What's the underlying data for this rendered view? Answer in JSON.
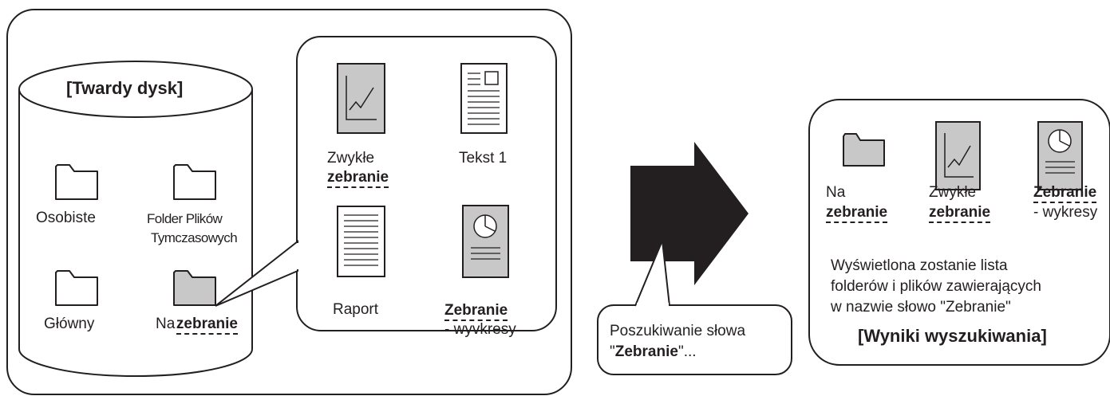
{
  "hard_disk": {
    "title": "[Twardy dysk]",
    "folders": {
      "personal": "Osobiste",
      "temp_line1": "Folder Plików",
      "temp_line2": "Tymczasowych",
      "main": "Główny",
      "meeting_prefix": "Na",
      "meeting_keyword": "zebranie"
    }
  },
  "folder_contents": {
    "file_1_line1": "Zwykłe",
    "file_1_keyword": "zebranie",
    "file_2": "Tekst 1",
    "file_3": "Raport",
    "file_4_keyword": "Zebranie",
    "file_4_suffix": "- wyvkresy"
  },
  "search_bubble": {
    "line1": "Poszukiwanie słowa",
    "quote_open": "\"",
    "keyword": "Zebranie",
    "quote_close": "\"..."
  },
  "results": {
    "item_1_line1": "Na",
    "item_1_keyword": "zebranie",
    "item_2_line1": "Zwykłe",
    "item_2_keyword": "zebranie",
    "item_3_keyword": "Zebranie",
    "item_3_suffix": "- wykresy",
    "description_line1": "Wyświetlona zostanie lista",
    "description_line2": "folderów i plików zawierających",
    "description_line3": "w nazwie słowo \"Zebranie\"",
    "title": "[Wyniki wyszukiwania]"
  },
  "colors": {
    "stroke": "#231f20",
    "icon_fill": "#c8c8c8",
    "background": "#ffffff"
  },
  "icons": [
    "folder-icon",
    "graph-document-icon",
    "text-layout-document-icon",
    "lined-document-icon",
    "pie-chart-document-icon",
    "arrow-right-icon"
  ]
}
